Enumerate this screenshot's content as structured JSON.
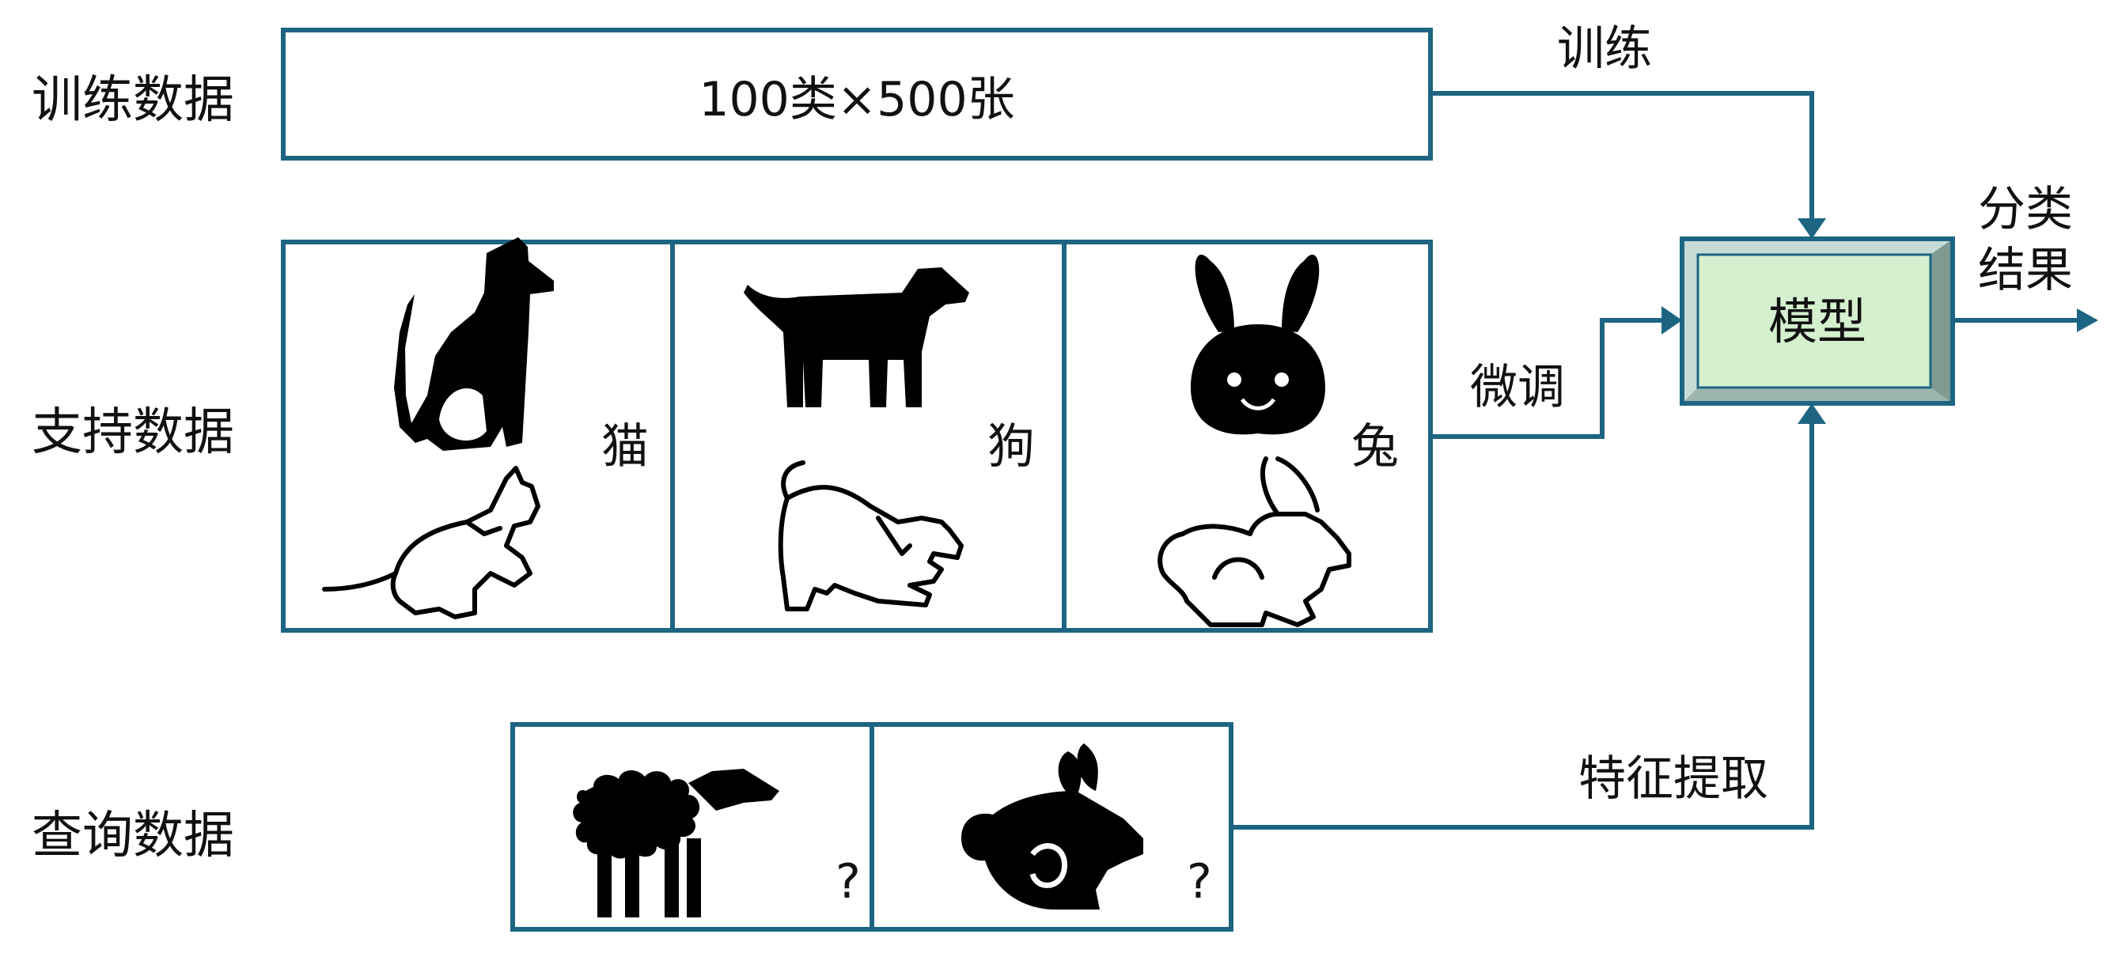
{
  "row_labels": {
    "training": "训练数据",
    "support": "支持数据",
    "query": "查询数据"
  },
  "training_box": {
    "text": "100类×500张"
  },
  "support_classes": [
    {
      "label": "猫",
      "icons": [
        "cat-silhouette-icon",
        "cat-outline-icon"
      ]
    },
    {
      "label": "狗",
      "icons": [
        "dog-silhouette-icon",
        "dog-outline-icon"
      ]
    },
    {
      "label": "兔",
      "icons": [
        "rabbit-face-icon",
        "rabbit-outline-icon"
      ]
    }
  ],
  "query_items": [
    {
      "icon": "sheep-icon",
      "label": "?"
    },
    {
      "icon": "rabbit-silhouette-icon",
      "label": "?"
    }
  ],
  "edges": {
    "train": "训练",
    "finetune": "微调",
    "feature_extract": "特征提取",
    "output_line1": "分类",
    "output_line2": "结果"
  },
  "model": {
    "label": "模型"
  },
  "colors": {
    "line": "#1d6582",
    "model_fill": "#d4f0cf",
    "model_bevel_light": "#c8dcd7",
    "model_bevel_dark": "#7f9a93"
  }
}
